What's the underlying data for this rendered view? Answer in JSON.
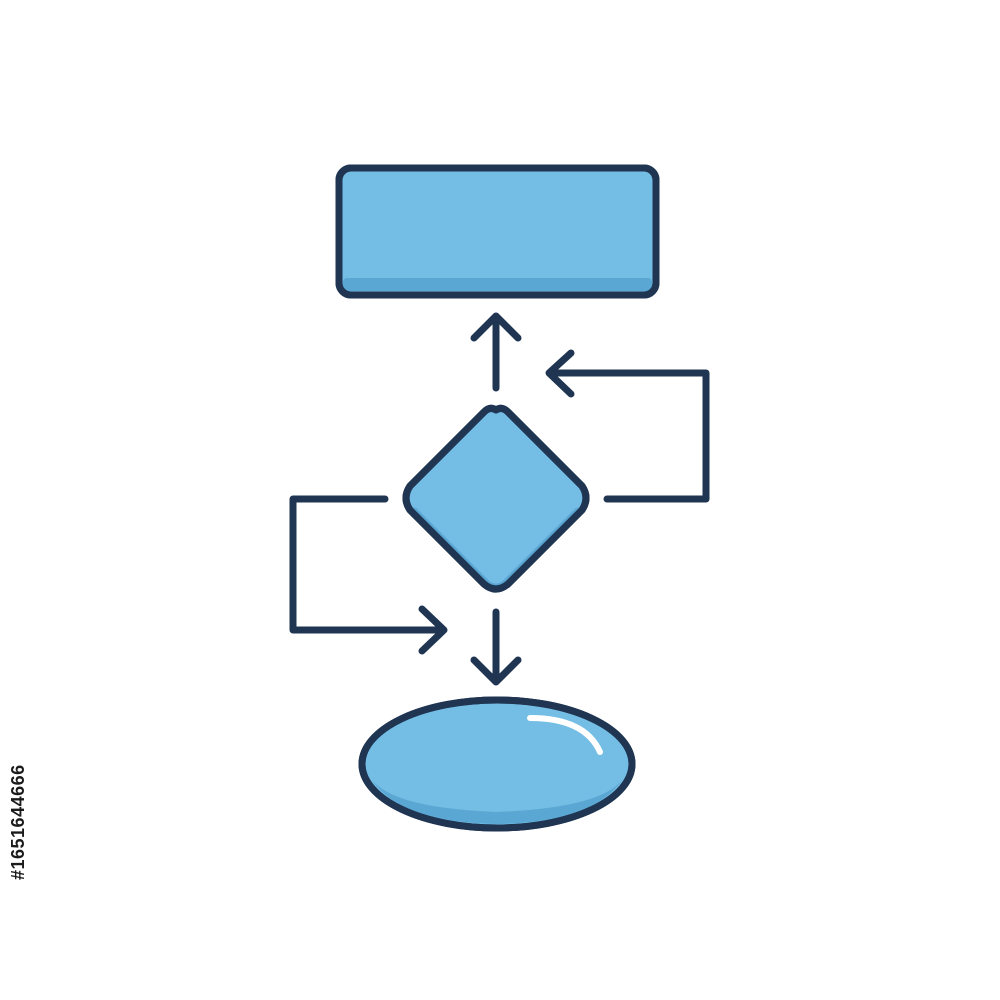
{
  "diagram": {
    "kind": "flowchart-icon",
    "colors": {
      "fill": "#74bde4",
      "fill_shadow": "#5aa7d3",
      "stroke": "#1f3552",
      "highlight": "#ffffff",
      "background": "#ffffff"
    },
    "nodes": [
      {
        "id": "process",
        "shape": "rectangle",
        "label": ""
      },
      {
        "id": "decision",
        "shape": "diamond",
        "label": ""
      },
      {
        "id": "terminal",
        "shape": "ellipse",
        "label": ""
      }
    ],
    "edges": [
      {
        "from": "decision",
        "to": "process",
        "label": ""
      },
      {
        "from": "decision",
        "to": "decision",
        "via": "right-loop",
        "label": ""
      },
      {
        "from": "decision",
        "to": "terminal",
        "via": "left-loop",
        "label": ""
      },
      {
        "from": "decision",
        "to": "terminal",
        "label": ""
      }
    ]
  },
  "stock_id": "#1651644666"
}
